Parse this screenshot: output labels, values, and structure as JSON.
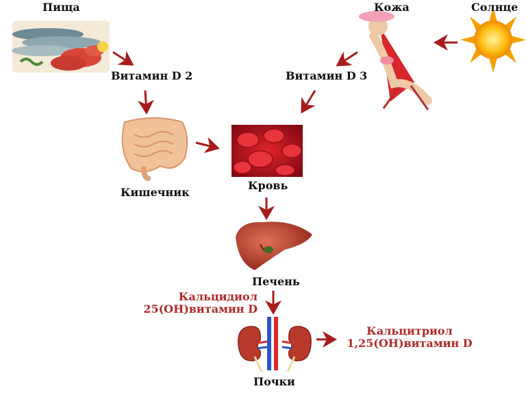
{
  "labels": {
    "food": "Пища",
    "skin": "Кожа",
    "sun": "Солнце",
    "vitamin_d2": "Витамин D 2",
    "vitamin_d3": "Витамин D 3",
    "intestine": "Кишечник",
    "blood": "Кровь",
    "liver": "Печень",
    "kidneys": "Почки"
  },
  "calcidiol": {
    "line1": "Кальцидиол",
    "line2": "25(OH)витамин D"
  },
  "calcitriol": {
    "line1": "Кальцитриол",
    "line2": "1,25(OH)витамин D"
  },
  "colors": {
    "arrow": "#a81c1c",
    "accent_text": "#b02a2a",
    "text": "#111111",
    "sun": "#f6b000",
    "blood": "#c0101a",
    "liver": "#b8402a",
    "intestine": "#f0c29a"
  }
}
